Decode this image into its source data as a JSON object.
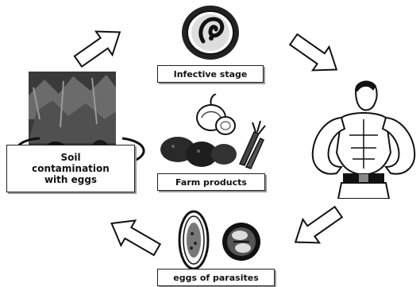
{
  "diagram": {
    "title": "",
    "nodes": [
      {
        "id": "infective-stage",
        "label": "Infective stage"
      },
      {
        "id": "farm-products",
        "label": "Farm products"
      },
      {
        "id": "soil",
        "label": "Soil contamination with eggs"
      },
      {
        "id": "eggs",
        "label": "eggs of parasites"
      },
      {
        "id": "human",
        "label": ""
      }
    ],
    "edges": [
      {
        "from": "soil",
        "to": "infective-stage"
      },
      {
        "from": "infective-stage",
        "to": "human"
      },
      {
        "from": "human",
        "to": "eggs"
      },
      {
        "from": "eggs",
        "to": "soil"
      }
    ]
  },
  "labels": {
    "infective": "Infective stage",
    "farm": "Farm products",
    "soil_line1": "Soil",
    "soil_line2": "contamination",
    "soil_line3": "with eggs",
    "eggs": "eggs of parasites"
  },
  "icons": {
    "infective": "larva-icon",
    "farm": "vegetables-icon",
    "soil": "soil-photo-icon",
    "human": "muscular-man-icon",
    "eggs": "parasite-egg-icon"
  },
  "colors": {
    "ink": "#111111",
    "arrow_fill": "#ffffff"
  }
}
